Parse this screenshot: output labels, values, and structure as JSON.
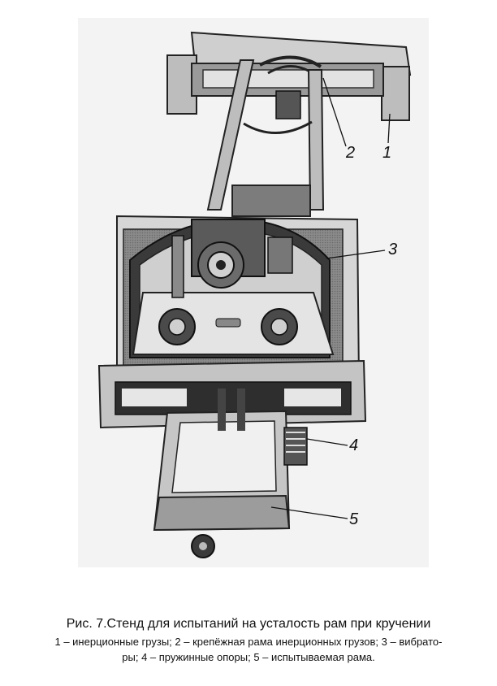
{
  "figure": {
    "callouts": [
      "1",
      "2",
      "3",
      "4",
      "5"
    ]
  },
  "caption": {
    "title": "Рис. 7.Стенд для испытаний на усталость рам при кручении",
    "legend_line1": "1 – инерционные грузы; 2 – крепёжная рама инерционных грузов; 3 – вибрато-",
    "legend_line2": "ры; 4 – пружинные опоры; 5 – испытываемая рама."
  }
}
